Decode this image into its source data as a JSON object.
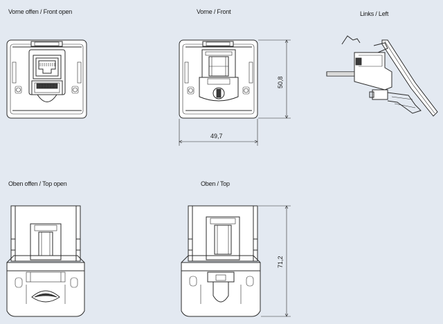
{
  "views": {
    "front_open": {
      "title": "Vorne offen / Front open"
    },
    "front": {
      "title": "Vorne / Front"
    },
    "left": {
      "title": "Links / Left"
    },
    "top_open": {
      "title": "Oben offen / Top open"
    },
    "top": {
      "title": "Oben / Top"
    }
  },
  "dimensions": {
    "front_height": "50,8",
    "front_width": "49,7",
    "top_height": "71,2"
  }
}
